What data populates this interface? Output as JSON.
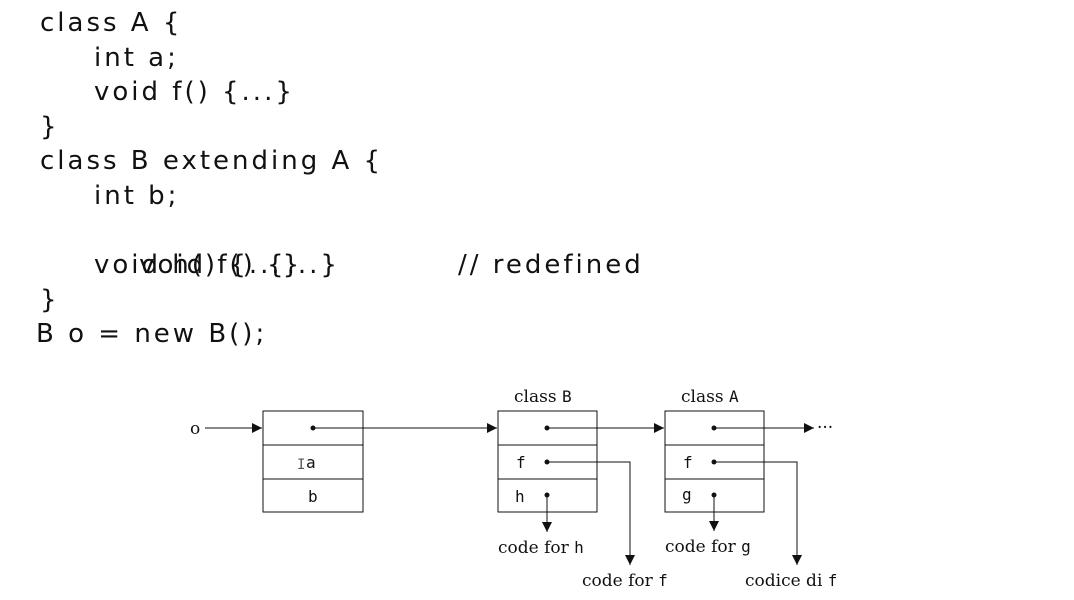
{
  "code": {
    "l1": "class A {",
    "l2": "int a;",
    "l3": "void f() {...}",
    "l4": "}",
    "l5": "class B extending A {",
    "l6": "int b;",
    "l7": "void f() {...}",
    "l7_comment": "// redefined",
    "l8": "void h() {...}",
    "l9": "}",
    "l10": "B o = new B();"
  },
  "diagram": {
    "object_pointer": "o",
    "object_fields": [
      "a",
      "b"
    ],
    "classB": {
      "title_prefix": "class",
      "title_name": "B",
      "methods": [
        "f",
        "h"
      ]
    },
    "classA": {
      "title_prefix": "class",
      "title_name": "A",
      "methods": [
        "f",
        "g"
      ]
    },
    "continuation": "···",
    "labels": {
      "code_for_h_prefix": "code for",
      "code_for_h_name": "h",
      "code_for_f_prefix": "code for",
      "code_for_f_name": "f",
      "code_for_g_prefix": "code for",
      "code_for_g_name": "g",
      "codice_di_f_prefix": "codice di",
      "codice_di_f_name": "f"
    }
  }
}
